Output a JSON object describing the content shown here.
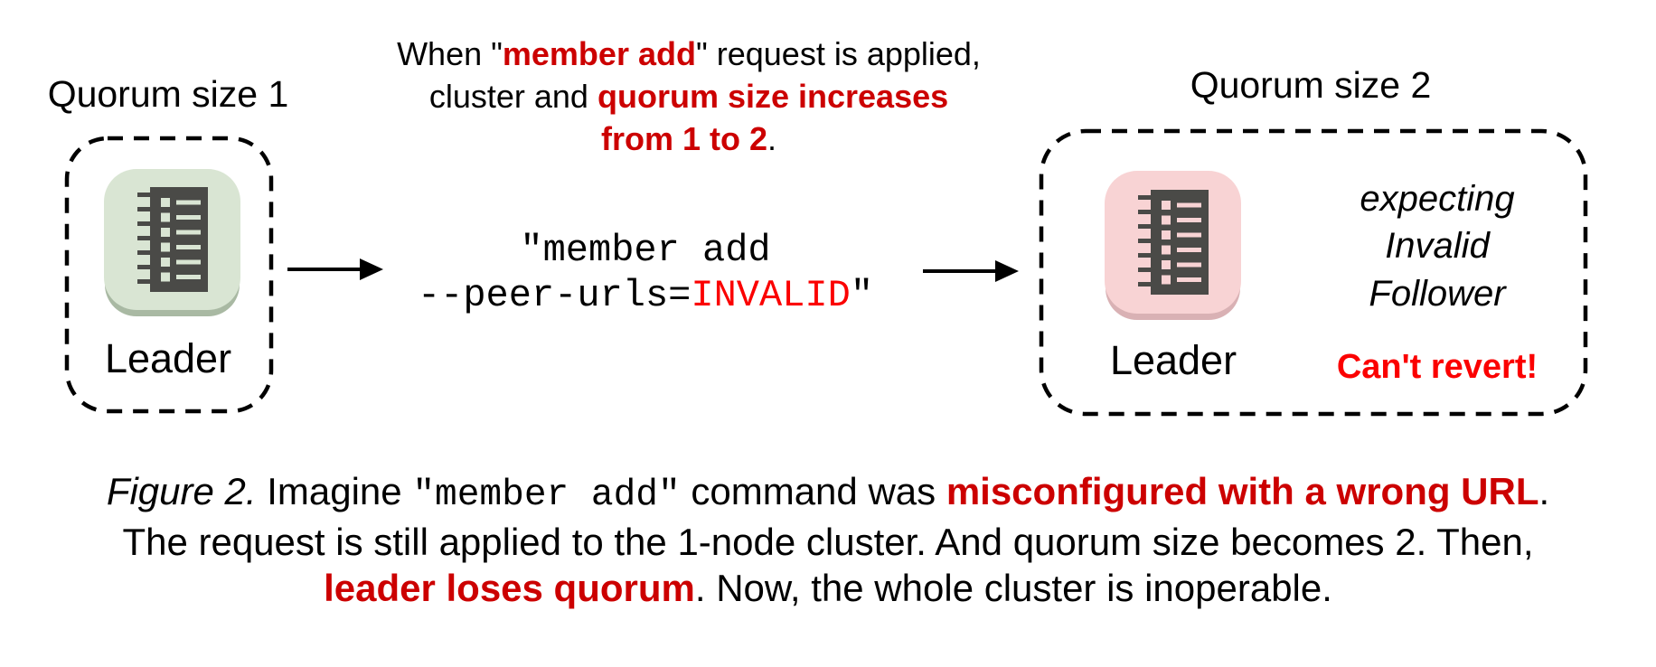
{
  "colors": {
    "red_dark": "#cc0000",
    "red_bright": "#fb0000",
    "tile_green": "#d9e5d3",
    "tile_green_shadow": "#a9b9a3",
    "tile_pink": "#f8d3d4",
    "tile_pink_shadow": "#d9b1b4",
    "icon_dark": "#4a4a47"
  },
  "icons": {
    "leader_tile_icon": "raft-log-icon",
    "arrow": "arrow-right-icon"
  },
  "left_cluster": {
    "title": "Quorum size 1",
    "node_label": "Leader"
  },
  "annotation": {
    "part1": "When \"",
    "part2": "member add",
    "part3": "\" request is applied,",
    "part4": "cluster and ",
    "part5": "quorum size increases",
    "part6": "from 1 to 2",
    "part7": "."
  },
  "command": {
    "line1": "\"member add",
    "line2_prefix": "--peer-urls=",
    "line2_invalid": "INVALID",
    "line2_suffix": "\""
  },
  "right_cluster": {
    "title": "Quorum size 2",
    "node_label": "Leader",
    "expecting_line1": "expecting",
    "expecting_line2": "Invalid",
    "expecting_line3": "Follower",
    "warning": "Can't revert!"
  },
  "caption": {
    "figure_label": "Figure 2.",
    "part1": " Imagine ",
    "code": "\"member add\"",
    "part2": " command was ",
    "highlight1": "misconfigured with a wrong URL",
    "part3": ".",
    "line2": "The request is still applied to the 1-node cluster. And quorum size becomes 2. Then,",
    "highlight2": "leader loses quorum",
    "part4": ". Now, the whole cluster is inoperable."
  }
}
